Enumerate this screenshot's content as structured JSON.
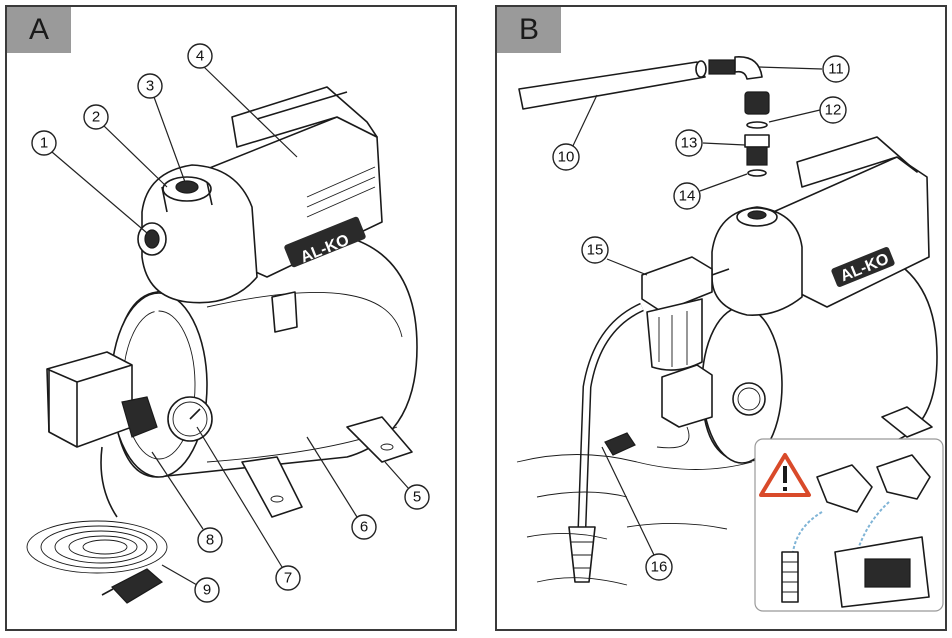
{
  "panels": [
    {
      "tab": "A",
      "callouts": [
        "1",
        "2",
        "3",
        "4",
        "5",
        "6",
        "7",
        "8",
        "9"
      ]
    },
    {
      "tab": "B",
      "callouts": [
        "10",
        "11",
        "12",
        "13",
        "14",
        "15",
        "16"
      ]
    }
  ],
  "brand_text": "AL-KO",
  "warning_icon": "warning-triangle-icon",
  "warning_color": "#d94a2a"
}
